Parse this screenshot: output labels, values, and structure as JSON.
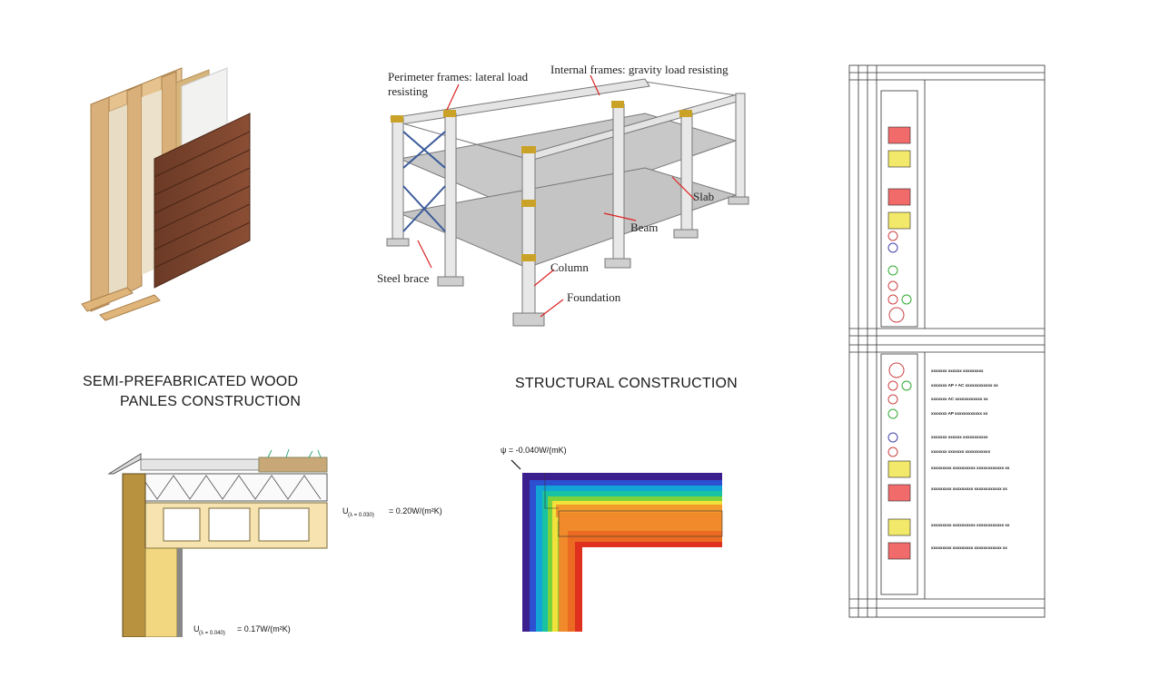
{
  "captions": {
    "wood_line1": "SEMI-PREFABRICATED WOOD",
    "wood_line2": "PANLES CONSTRUCTION",
    "structural": "STRUCTURAL CONSTRUCTION"
  },
  "frame_labels": {
    "perimeter_1": "Perimeter frames: lateral load",
    "perimeter_2": "resisting",
    "internal": "Internal frames: gravity load resisting",
    "slab": "Slab",
    "beam": "Beam",
    "steel_brace": "Steel brace",
    "column": "Column",
    "foundation": "Foundation"
  },
  "roof_detail": {
    "u_roof_main": "U",
    "u_roof_sub": "(λ = 0.030)",
    "u_roof_val": "= 0.20W/(m²K)",
    "u_wall_main": "U",
    "u_wall_sub": "(λ = 0.040)",
    "u_wall_val": "= 0.17W/(m²K)"
  },
  "thermal": {
    "psi": "ψ = -0.040W/(mK)"
  },
  "plan_legend": [
    "xxxxxxx xxxxxx xxxxxxxxx",
    "xxxxxxx AP + AC xxxxxxxxxxxx xx",
    "xxxxxxx AC xxxxxxxxxxxx xx",
    "xxxxxxx AP xxxxxxxxxxxx xx",
    "xxxxxxx xxxxxx xxxxxxxxxxx",
    "xxxxxxx xxxxxxx xxxxxxxxxxx",
    "xxxxxxxxx xxxxxxxxxx xxxxxxxxxxxx xx",
    "xxxxxxxxx xxxxxxxxx xxxxxxxxxxxx xx",
    "xxxxxxxxx xxxxxxxxxx xxxxxxxxxxxx xx",
    "xxxxxxxxx xxxxxxxxx xxxxxxxxxxxx xx"
  ]
}
